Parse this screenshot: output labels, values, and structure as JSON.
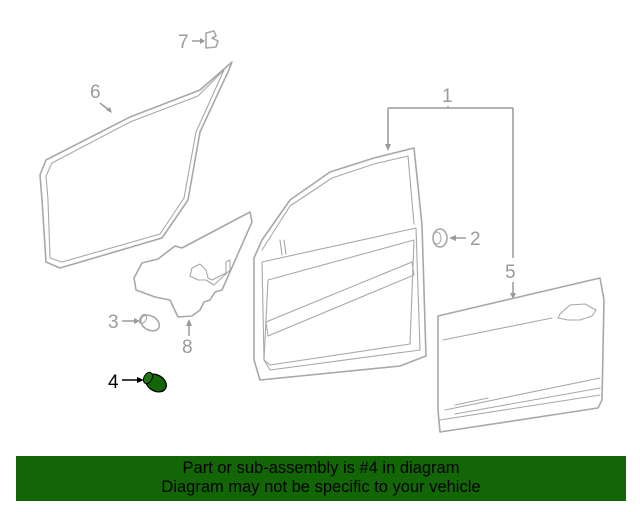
{
  "diagram": {
    "callouts": [
      {
        "number": "1",
        "label": "door-shell-assembly"
      },
      {
        "number": "2",
        "label": "plug"
      },
      {
        "number": "3",
        "label": "clip"
      },
      {
        "number": "4",
        "label": "highlighted-part",
        "highlighted": true
      },
      {
        "number": "5",
        "label": "outer-door-panel"
      },
      {
        "number": "6",
        "label": "weatherstrip"
      },
      {
        "number": "7",
        "label": "clip"
      },
      {
        "number": "8",
        "label": "service-hole-cover"
      }
    ],
    "highlight_color": "#136606",
    "line_color": "#a8a8a8"
  },
  "banner": {
    "line1": "Part or sub-assembly is #4 in diagram",
    "line2": "Diagram may not be specific to your vehicle",
    "background": "#136606"
  }
}
